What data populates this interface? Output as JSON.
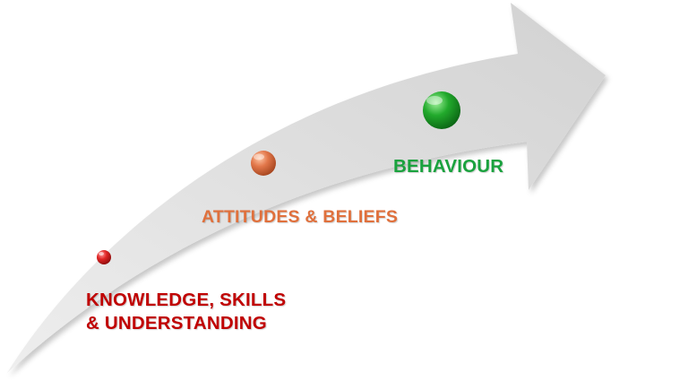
{
  "stages": [
    {
      "id": "knowledge",
      "lines": [
        "KNOWLEDGE, SKILLS",
        "& UNDERSTANDING"
      ],
      "color": "#c00000"
    },
    {
      "id": "attitudes",
      "lines": [
        "ATTITUDES & BELIEFS"
      ],
      "color": "#e0703c"
    },
    {
      "id": "behaviour",
      "lines": [
        "BEHAVIOUR"
      ],
      "color": "#1aa23e"
    }
  ],
  "colors": {
    "arrow_fill": "#d9d9d9",
    "dot_knowledge": "#d81f1f",
    "dot_attitudes": "#e07a4a",
    "dot_behaviour": "#21a634"
  }
}
